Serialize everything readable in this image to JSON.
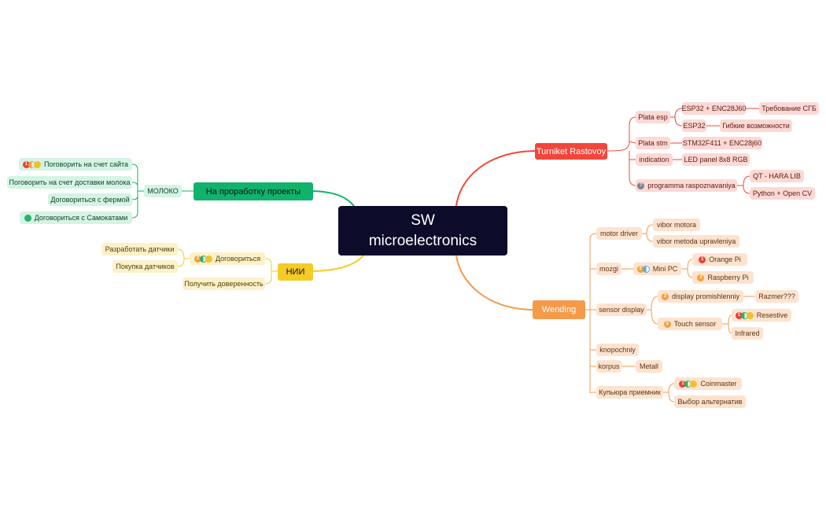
{
  "root": {
    "line1": "SW",
    "line2": "microelectronics"
  },
  "turniket": {
    "title": "Turniket Rastovoy",
    "plata_esp": "Plata esp",
    "esp32_enc": "ESP32 + ENC28J60",
    "trebovanie": "Требование СГБ",
    "esp32": "ESP32",
    "gibkie": "Гибкие возможности",
    "plata_stm": "Plata stm",
    "stm32": "STM32F411 + ENC28j60",
    "indication": "indication",
    "led": "LED panel 8x8 RGB",
    "programma": "programma raspoznavaniya",
    "qt": "QT - HARA LIB",
    "python": "Python + Open CV"
  },
  "wending": {
    "title": "Wending",
    "motor_driver": "motor driver",
    "vibor_motora": "vibor motora",
    "vibor_metoda": "vibor metoda upravleniya",
    "mozgi": "mozgi",
    "mini_pc": "Mini PC",
    "orange": "Orange Pi",
    "raspberry": "Raspberry Pi",
    "sensor_display": "sensor display",
    "display_prom": "display promishlenniy",
    "razmer": "Razmer???",
    "touch": "Touch sensor",
    "resestive": "Resestive",
    "infrared": "Infrared",
    "knopochniy": "knopochniy",
    "korpus": "korpus",
    "metall": "Metall",
    "kupyura": "Купьюра приемник",
    "coinmaster": "Coinmaster",
    "vybor": "Выбор альтернатив"
  },
  "proekty": {
    "title": "На проработку проекты",
    "moloko": "МОЛОКО",
    "sait": "Поговорить на счет сайта",
    "dostavka": "Поговорить на счет доставки молока",
    "ferma": "Договориться с фермой",
    "samokaty": "Договориться с Самокатами"
  },
  "nii": {
    "title": "НИИ",
    "dogovoritsya": "Договориться",
    "razrabotat": "Разработать датчики",
    "pokupka": "Покупка датчиков",
    "doverennost": "Получить доверенность"
  },
  "colors": {
    "root": "#0c0b2a",
    "turniket": "#f2463c",
    "wending": "#f59a49",
    "proekty": "#10b26c",
    "nii": "#f4cc25"
  },
  "markers": {
    "one": "1",
    "two": "2",
    "question": "?",
    "person": "person-icon"
  }
}
